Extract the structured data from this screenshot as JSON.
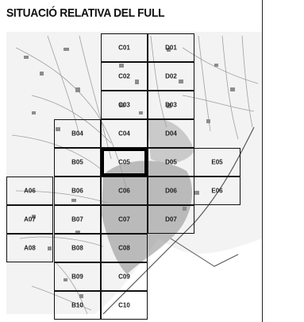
{
  "title": "SITUACIÓ RELATIVA DEL FULL",
  "current_sheet": "C05",
  "sheets": [
    {
      "id": "C01"
    },
    {
      "id": "D01"
    },
    {
      "id": "C02"
    },
    {
      "id": "D02"
    },
    {
      "id": "C03"
    },
    {
      "id": "D03"
    },
    {
      "id": "B04"
    },
    {
      "id": "C04"
    },
    {
      "id": "D04"
    },
    {
      "id": "B05"
    },
    {
      "id": "C05"
    },
    {
      "id": "D05"
    },
    {
      "id": "E05"
    },
    {
      "id": "A06"
    },
    {
      "id": "B06"
    },
    {
      "id": "C06"
    },
    {
      "id": "D06"
    },
    {
      "id": "E06"
    },
    {
      "id": "A07"
    },
    {
      "id": "B07"
    },
    {
      "id": "C07"
    },
    {
      "id": "D07"
    },
    {
      "id": "A08"
    },
    {
      "id": "B08"
    },
    {
      "id": "C08"
    },
    {
      "id": "B09"
    },
    {
      "id": "C09"
    },
    {
      "id": "B10"
    },
    {
      "id": "C10"
    }
  ],
  "colors": {
    "ink": "#111111",
    "land": "#f4f4f4",
    "street": "#9a9a9a",
    "urban": "#6e6e6e",
    "sea": "#ffffff"
  }
}
